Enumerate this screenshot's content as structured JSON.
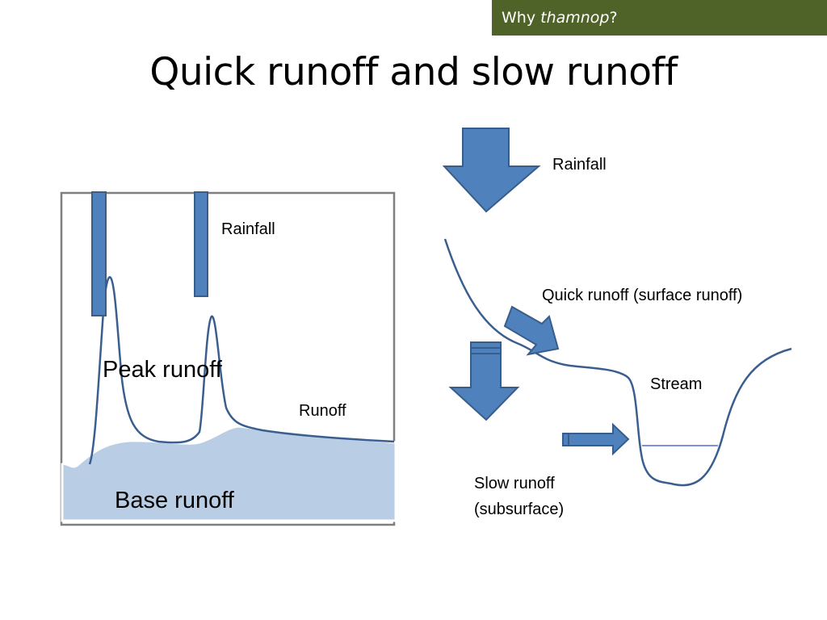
{
  "header": {
    "tag_prefix": "Why ",
    "tag_italic": "thamnop",
    "tag_suffix": "?",
    "title": "Quick runoff and slow runoff"
  },
  "hydrograph": {
    "rainfall_label": "Rainfall",
    "peak_label": "Peak runoff",
    "runoff_label": "Runoff",
    "base_label": "Base runoff"
  },
  "cross_section": {
    "rainfall_label": "Rainfall",
    "quick_label": "Quick runoff (surface runoff)",
    "stream_label": "Stream",
    "slow_label_line1": "Slow runoff",
    "slow_label_line2": "(subsurface)"
  },
  "colors": {
    "header_bg": "#4f6228",
    "arrow_fill": "#4f81bd",
    "arrow_stroke": "#385d8a",
    "base_fill": "#b9cde5",
    "curve": "#3a5f8f",
    "water": "#2f4fd8"
  }
}
